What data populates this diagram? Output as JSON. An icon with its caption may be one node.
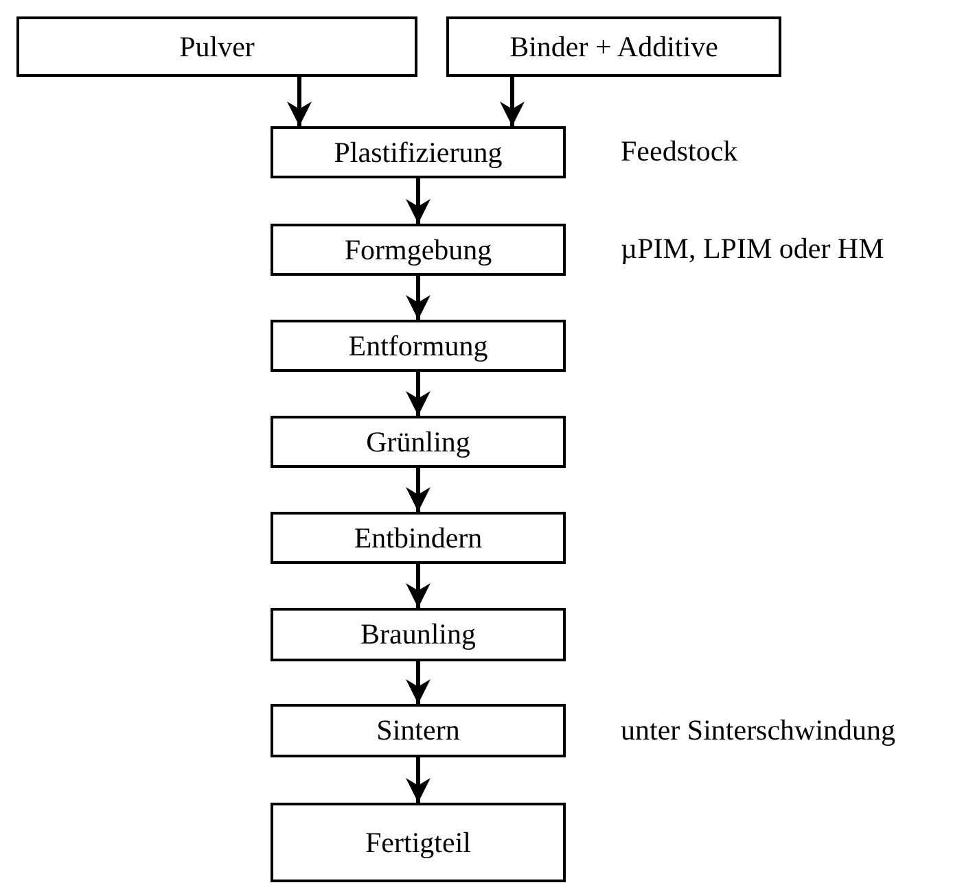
{
  "diagram": {
    "nodes": [
      {
        "text": [
          "Pulver"
        ]
      },
      {
        "text": [
          "Binder + Additive"
        ]
      },
      {
        "text": [
          "Plastifizierung"
        ],
        "beside": [
          "Feedstock"
        ]
      },
      {
        "text": [
          "Formgebung"
        ],
        "beside": [
          "µPIM, LPIM oder HM"
        ]
      },
      {
        "text": [
          "Entformung"
        ]
      },
      {
        "text": [
          "Grünling"
        ]
      },
      {
        "text": [
          "Entbindern"
        ]
      },
      {
        "text": [
          "Braunling"
        ]
      },
      {
        "text": [
          "Sintern"
        ],
        "beside": [
          "unter Sinterschwindung"
        ]
      },
      {
        "text": [
          "Fertigteil"
        ]
      }
    ],
    "edges": [
      {
        "from": 0,
        "to": 2,
        "arrow": "to"
      },
      {
        "from": 1,
        "to": 2,
        "arrow": "to"
      },
      {
        "from": 2,
        "to": 3,
        "arrow": "to"
      },
      {
        "from": 3,
        "to": 4,
        "arrow": "to"
      },
      {
        "from": 4,
        "to": 5,
        "arrow": "to"
      },
      {
        "from": 5,
        "to": 6,
        "arrow": "to"
      },
      {
        "from": 6,
        "to": 7,
        "arrow": "to"
      },
      {
        "from": 7,
        "to": 8,
        "arrow": "to"
      },
      {
        "from": 8,
        "to": 9,
        "arrow": "to"
      }
    ]
  }
}
